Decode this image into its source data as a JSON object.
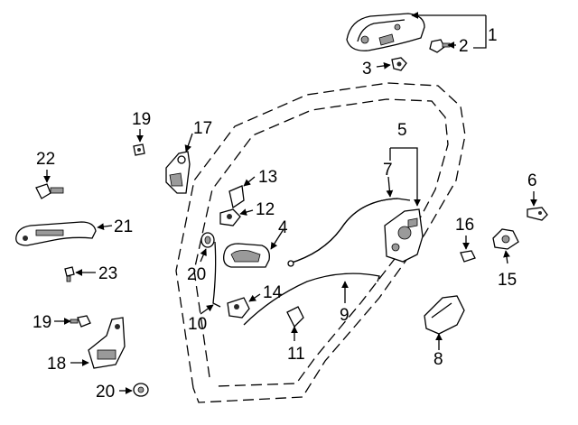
{
  "callouts": {
    "c1": "1",
    "c2": "2",
    "c3": "3",
    "c4": "4",
    "c5": "5",
    "c6": "6",
    "c7": "7",
    "c8": "8",
    "c9": "9",
    "c10": "10",
    "c11": "11",
    "c12": "12",
    "c13": "13",
    "c14": "14",
    "c15": "15",
    "c16": "16",
    "c17": "17",
    "c18": "18",
    "c19a": "19",
    "c19b": "19",
    "c20a": "20",
    "c20b": "20",
    "c21": "21",
    "c22": "22",
    "c23": "23"
  }
}
